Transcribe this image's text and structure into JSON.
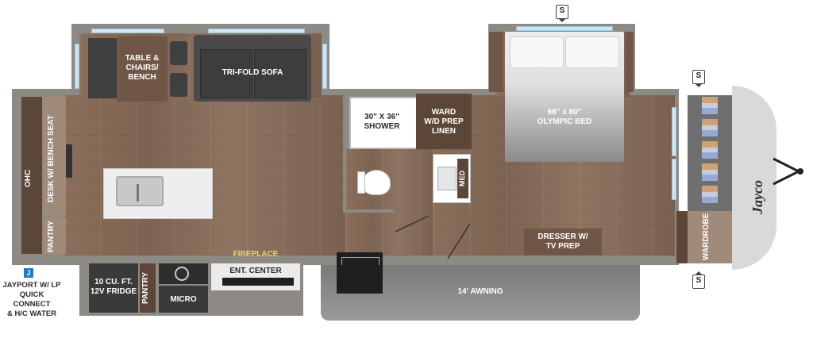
{
  "labels": {
    "table_chairs": "TABLE &\nCHAIRS/\nBENCH",
    "sofa": "TRI-FOLD SOFA",
    "shower": "30\" X 36\"\nSHOWER",
    "ward_linen": "WARD\nW/D PREP\nLINEN",
    "bed": "66\" x 80\"\nOLYMPIC BED",
    "med": "MED",
    "dresser": "DRESSER W/\nTV PREP",
    "wardrobe": "WARDROBE",
    "ohc": "OHC",
    "desk": "DESK W/ BENCH SEAT",
    "pantry_left": "PANTRY",
    "pantry_kitchen": "PANTRY",
    "fridge": "10 CU. FT.\n12V FRIDGE",
    "micro": "MICRO",
    "fireplace": "FIREPLACE",
    "ent_center": "ENT. CENTER",
    "awning": "14' AWNING",
    "jayport": "JAYPORT W/ LP\nQUICK CONNECT\n& H/C WATER",
    "jayport_badge": "J",
    "slide_badge": "S",
    "brand": "Jayco"
  },
  "colors": {
    "wood": "#7d6351",
    "wall": "#8d8a86",
    "cabinet_dark": "#5b4637",
    "appliance": "#3a3a3a",
    "awning": "#8c8c8c",
    "window": "#cfe6f2",
    "front_cap": "#d9d9d9",
    "jayport_blue": "#1f78c8"
  },
  "icons": [
    "slide-out-marker-icon",
    "sink-icon",
    "toilet-icon",
    "cooktop-icon",
    "hitch-icon",
    "brand-logo-icon"
  ]
}
